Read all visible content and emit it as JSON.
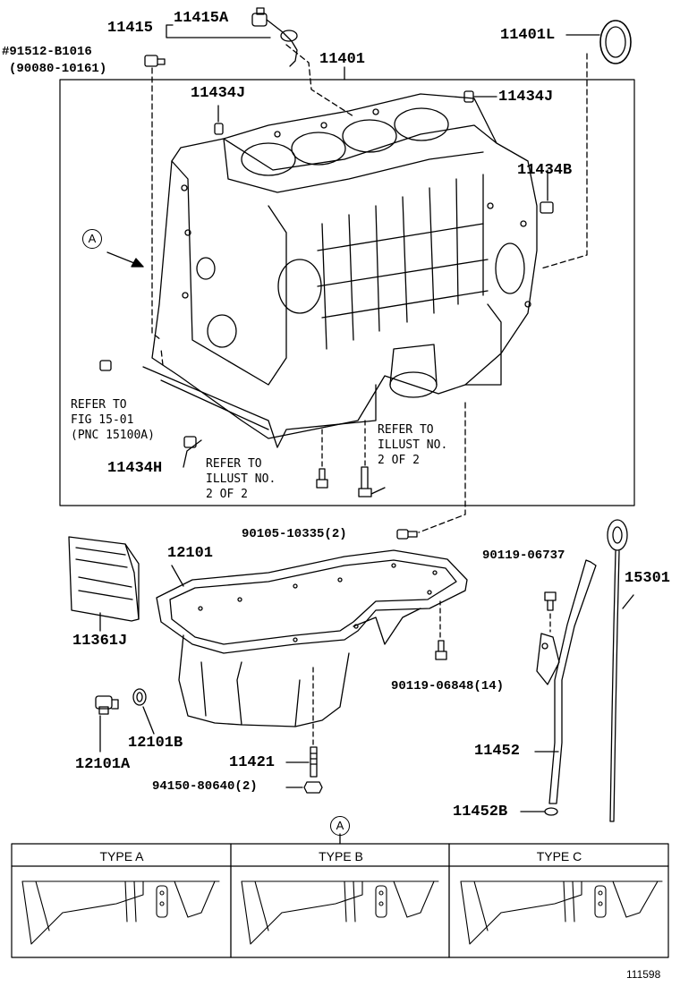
{
  "labels": {
    "p11415": "11415",
    "p11415A": "11415A",
    "p91512": "#91512-B1016",
    "p90080": "(90080-10161)",
    "p11401": "11401",
    "p11401L": "11401L",
    "p11434J_left": "11434J",
    "p11434J_right": "11434J",
    "p11434B": "11434B",
    "p11434H": "11434H",
    "p90105": "90105-10335(2)",
    "p12101": "12101",
    "p11361J": "11361J",
    "p12101A": "12101A",
    "p12101B": "12101B",
    "p11421": "11421",
    "p94150": "94150-80640(2)",
    "p90119_06737": "90119-06737",
    "p15301": "15301",
    "p90119_06848": "90119-06848(14)",
    "p11452": "11452",
    "p11452B": "11452B"
  },
  "callout_marker": "A",
  "notes": {
    "refer_fig": "REFER TO\nFIG 15-01\n(PNC 15100A)",
    "refer_illust_1": "REFER TO\nILLUST NO.\n2 OF 2",
    "refer_illust_2": "REFER TO\nILLUST NO.\n2 OF 2"
  },
  "types_table": {
    "marker": "A",
    "columns": [
      "TYPE A",
      "TYPE B",
      "TYPE C"
    ]
  },
  "ref_number": "111598"
}
